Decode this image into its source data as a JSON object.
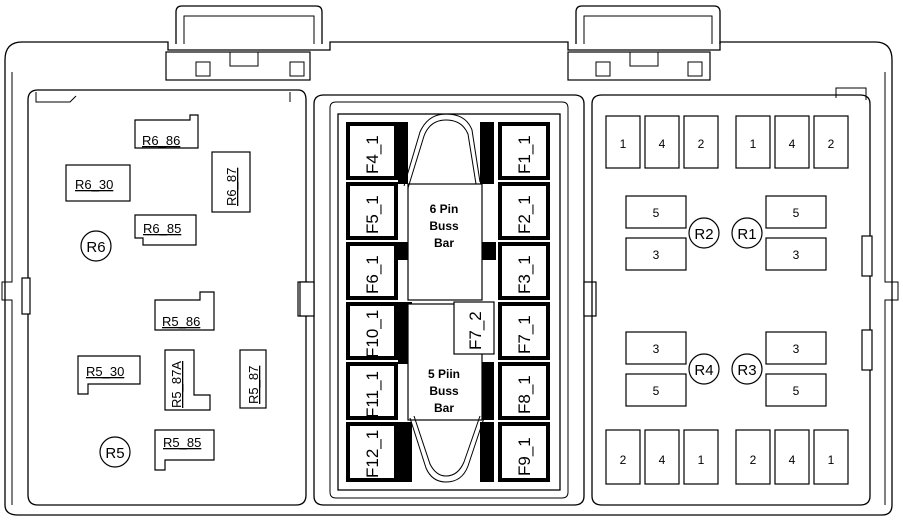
{
  "left_panel": {
    "relay_labels": [
      {
        "id": "r6-86",
        "text": "R6_86"
      },
      {
        "id": "r6-30",
        "text": "R6_30"
      },
      {
        "id": "r6-87",
        "text": "R6_87"
      },
      {
        "id": "r6-85",
        "text": "R6_85"
      },
      {
        "id": "r5-86",
        "text": "R5_86"
      },
      {
        "id": "r5-30",
        "text": "R5_30"
      },
      {
        "id": "r5-87a",
        "text": "R5_87A"
      },
      {
        "id": "r5-87",
        "text": "R5_87"
      },
      {
        "id": "r5-85",
        "text": "R5_85"
      }
    ],
    "relay_circles": [
      {
        "id": "r6",
        "text": "R6"
      },
      {
        "id": "r5",
        "text": "R5"
      }
    ]
  },
  "center_panel": {
    "fuses_left": [
      "F4_1",
      "F5_1",
      "F6_1",
      "F10_1",
      "F11_1",
      "F12_1"
    ],
    "fuses_right": [
      "F1_1",
      "F2_1",
      "F3_1",
      "F7_1",
      "F8_1",
      "F9_1"
    ],
    "fuse_middle": "F7_2",
    "buss_bar_6": [
      "6 Pin",
      "Buss",
      "Bar"
    ],
    "buss_bar_5": [
      "5 Piin",
      "Buss",
      "Bar"
    ]
  },
  "right_panel": {
    "pin_row_top": [
      "1",
      "4",
      "2",
      "1",
      "4",
      "2"
    ],
    "pin_row_bottom": [
      "2",
      "4",
      "1",
      "2",
      "4",
      "1"
    ],
    "relay_upper": {
      "left": "R2",
      "right": "R1",
      "top_pin": "5",
      "bottom_pin": "3"
    },
    "relay_lower": {
      "left": "R4",
      "right": "R3",
      "top_pin": "3",
      "bottom_pin": "5"
    }
  }
}
